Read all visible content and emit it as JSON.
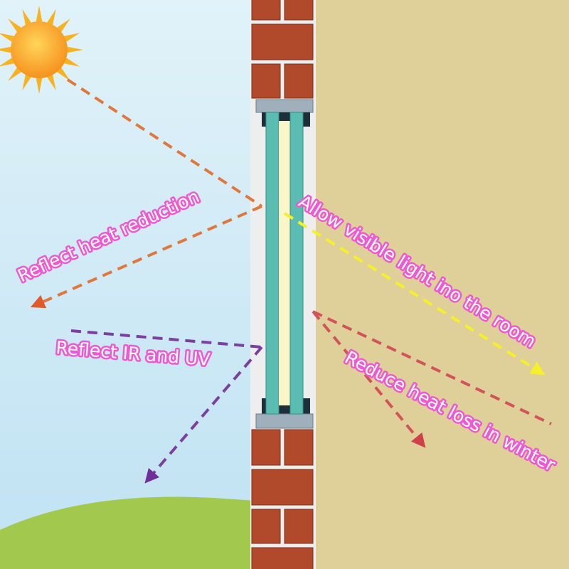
{
  "labels": {
    "reflect_heat": "Reflect heat reduction",
    "allow_light": "Allow visible light ino the room",
    "reflect_ir_uv": "Reflect IR and UV",
    "reduce_heat_loss": "Reduce heat loss in winter"
  },
  "colors": {
    "sky": "#d3ebf6",
    "ground": "#a3c84e",
    "room": "#dfcf98",
    "sun": "#f9a61b",
    "brick": "#b04a2a",
    "mortar": "#f2f2f2",
    "frame": "#9fb0bc",
    "glass": "#5bbdb2",
    "gap": "#faf6c8",
    "heat_arrow": "#e06a3a",
    "light_arrow": "#f5f02a",
    "ir_uv_arrow": "#7b3fa0",
    "heat_loss_arrow": "#d2535a",
    "label_outline": "#ee58d2"
  },
  "icons": {
    "sun": "sun-icon",
    "wall": "brick-wall",
    "window": "double-glazed-window"
  }
}
